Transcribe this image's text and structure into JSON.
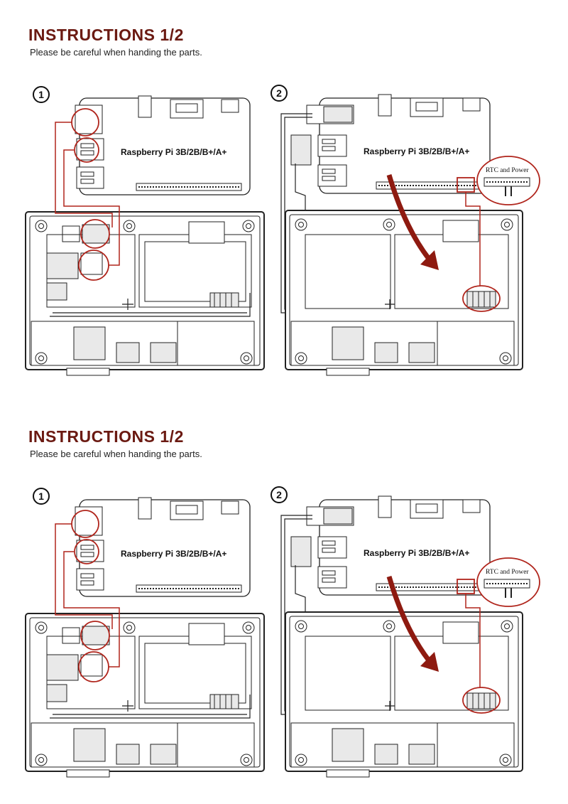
{
  "sections": [
    {
      "title": "INSTRUCTIONS 1/2",
      "subtitle": "Please be careful when handing the parts.",
      "steps": [
        {
          "number": "1",
          "board_label": "Raspberry Pi 3B/2B/B+/A+"
        },
        {
          "number": "2",
          "board_label": "Raspberry Pi 3B/2B/B+/A+",
          "callout_label": "RTC and Power"
        }
      ]
    },
    {
      "title": "INSTRUCTIONS 1/2",
      "subtitle": "Please be careful when handing the parts.",
      "steps": [
        {
          "number": "1",
          "board_label": "Raspberry Pi 3B/2B/B+/A+"
        },
        {
          "number": "2",
          "board_label": "Raspberry Pi 3B/2B/B+/A+",
          "callout_label": "RTC and Power"
        }
      ]
    }
  ],
  "colors": {
    "title": "#6b1a12",
    "accent_red": "#b0251c",
    "arrow": "#8e1a10",
    "line": "#2a2a2a",
    "box_fill": "#e9e9e9"
  }
}
